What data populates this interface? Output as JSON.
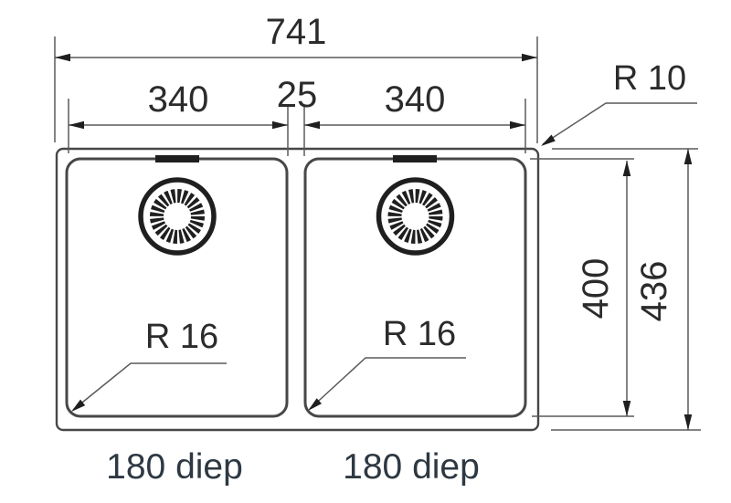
{
  "drawing": {
    "title": "double-bowl sink dimension drawing (top view)",
    "units": "mm",
    "dims": {
      "overall_width": "741",
      "bowl_width_left": "340",
      "center_gap": "25",
      "bowl_width_right": "340",
      "bowl_height": "400",
      "overall_height": "436",
      "outer_corner_radius": "R 10",
      "bowl_corner_radius_left": "R 16",
      "bowl_corner_radius_right": "R 16",
      "bowl_depth_left": "180 diep",
      "bowl_depth_right": "180 diep"
    },
    "colors": {
      "outline": "#474747",
      "dim_line": "#5a5a5a",
      "ink": "#1f1f1f",
      "dim_text": "#2b2b2b",
      "depth_text": "#2e3842",
      "background": "#ffffff"
    }
  }
}
